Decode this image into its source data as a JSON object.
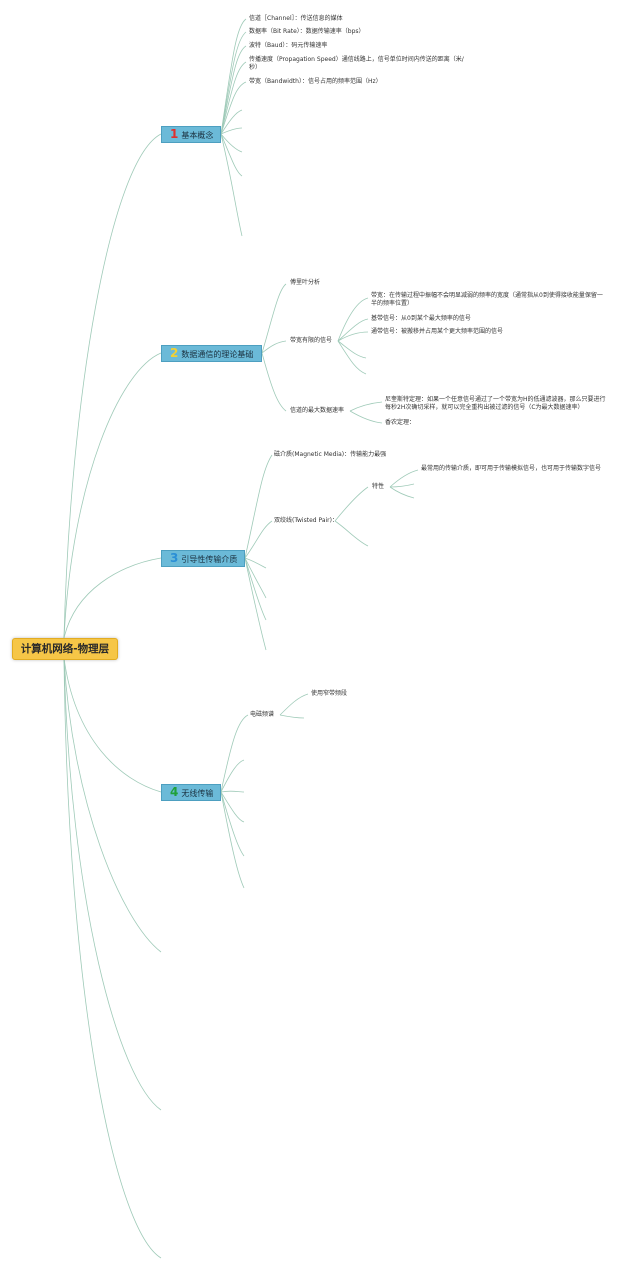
{
  "root": {
    "label": "计算机网络-物理层"
  },
  "topics": [
    {
      "num": "1",
      "num_color": "#e0302e",
      "label": "基本概念"
    },
    {
      "num": "2",
      "num_color": "#f1d135",
      "label": "数据通信的理论基础"
    },
    {
      "num": "3",
      "num_color": "#2b8fd6",
      "label": "引导性传输介质"
    },
    {
      "num": "4",
      "num_color": "#1fa13a",
      "label": "无线传输"
    }
  ],
  "t1": {
    "channel": "信道［Channel］：传送信息的媒体",
    "bitrate": "数据率（Bit Rate）：数据传输速率（bps）",
    "baud": "波特（Baud）：码元传输速率",
    "propagation": "传播速度（Propagation Speed）通信线路上，信号单位时间内传送的距离（米/秒）",
    "bandwidth": "带宽（Bandwidth）：信号占用的频率范围（Hz）"
  },
  "t2": {
    "fourier": "傅里叶分析",
    "limited": "带宽有限的信号",
    "bw_def": "带宽：在传输过程中振幅不会明显减弱的频率的宽度（通常指从0到使得接收能量保留一半的频率位置）",
    "baseband": "基带信号：从0到某个最大频率的信号",
    "passband": "通带信号：被搬移并占用某个更大频率范围的信号",
    "maxrate": "信道的最大数据速率",
    "nyquist": "尼奎斯特定理：如果一个任意信号通过了一个带宽为H的低通滤波器，那么只要进行每秒2H次确切采样，就可以完全重构出被过滤的信号（C为最大数据速率）",
    "shannon": "香农定理："
  },
  "t3": {
    "magnetic": "磁介质(Magnetic Media)：传输能力最强",
    "twisted": "双绞线(Twisted Pair)：",
    "feature": "特性",
    "feature_desc": "最常用的传输介质，即可用于传输模拟信号，也可用于传输数字信号"
  },
  "t4": {
    "spectrum": "电磁频谱",
    "narrow": "使用窄带频段"
  },
  "colors": {
    "line": "#9fcab8",
    "root_fill": "#f6c647",
    "topic_fill": "#6bbad8"
  }
}
